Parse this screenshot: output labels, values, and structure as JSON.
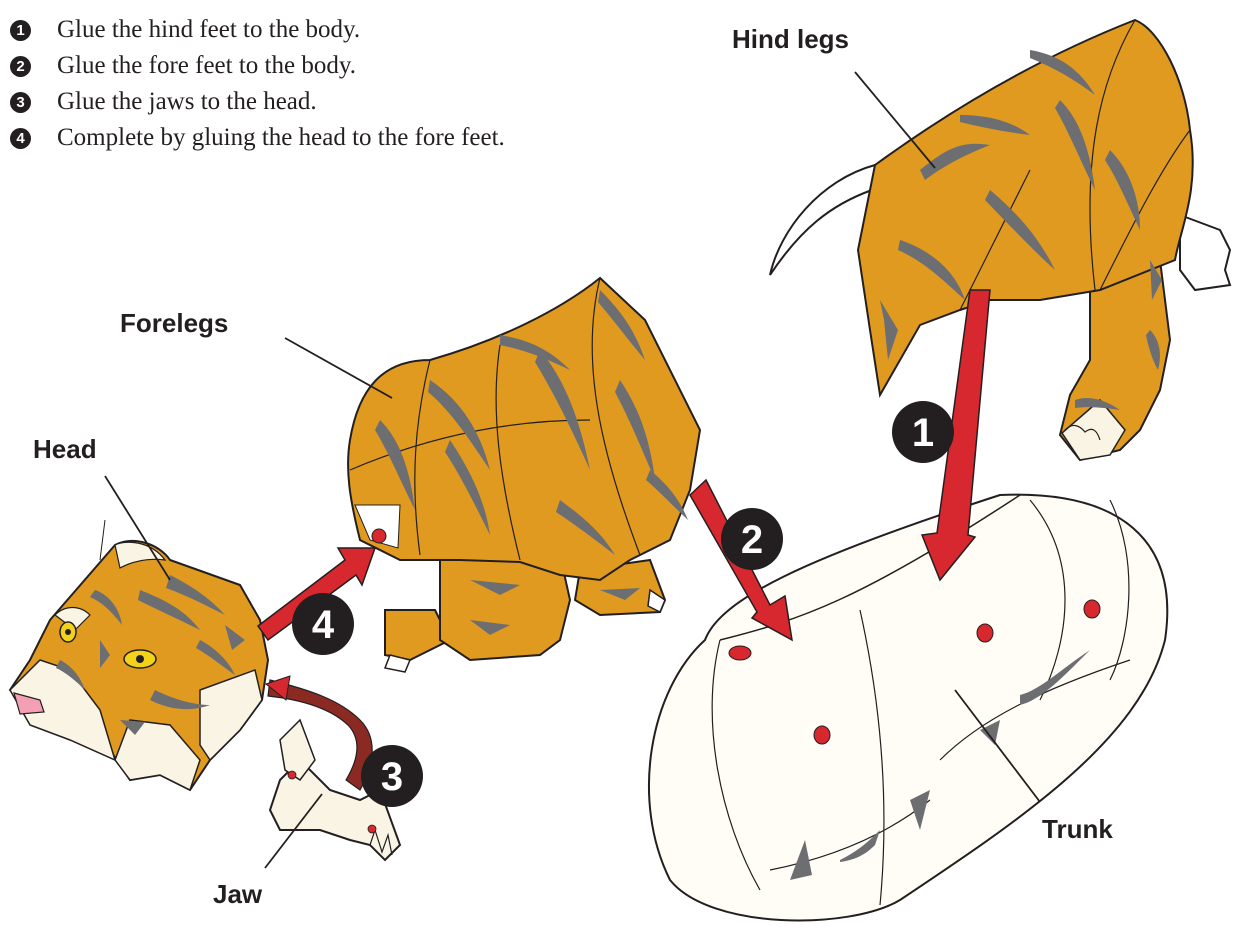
{
  "steps": [
    {
      "num": "1",
      "text": "Glue the hind feet to the body."
    },
    {
      "num": "2",
      "text": "Glue the fore feet to the body."
    },
    {
      "num": "3",
      "text": "Glue the jaws to the head."
    },
    {
      "num": "4",
      "text": "Complete by gluing the head to the fore feet."
    }
  ],
  "labels": {
    "hind_legs": "Hind legs",
    "forelegs": "Forelegs",
    "head": "Head",
    "jaw": "Jaw",
    "trunk": "Trunk"
  },
  "badges": {
    "b1": "1",
    "b2": "2",
    "b3": "3",
    "b4": "4"
  },
  "colors": {
    "fur": "#e09a20",
    "stripe": "#6d6e71",
    "paper": "#f9f4e3",
    "white": "#ffffff",
    "arrow": "#d7282f",
    "glue_dot": "#d7282f",
    "outline": "#231f20",
    "jaw_arrow": "#8b2a22"
  }
}
